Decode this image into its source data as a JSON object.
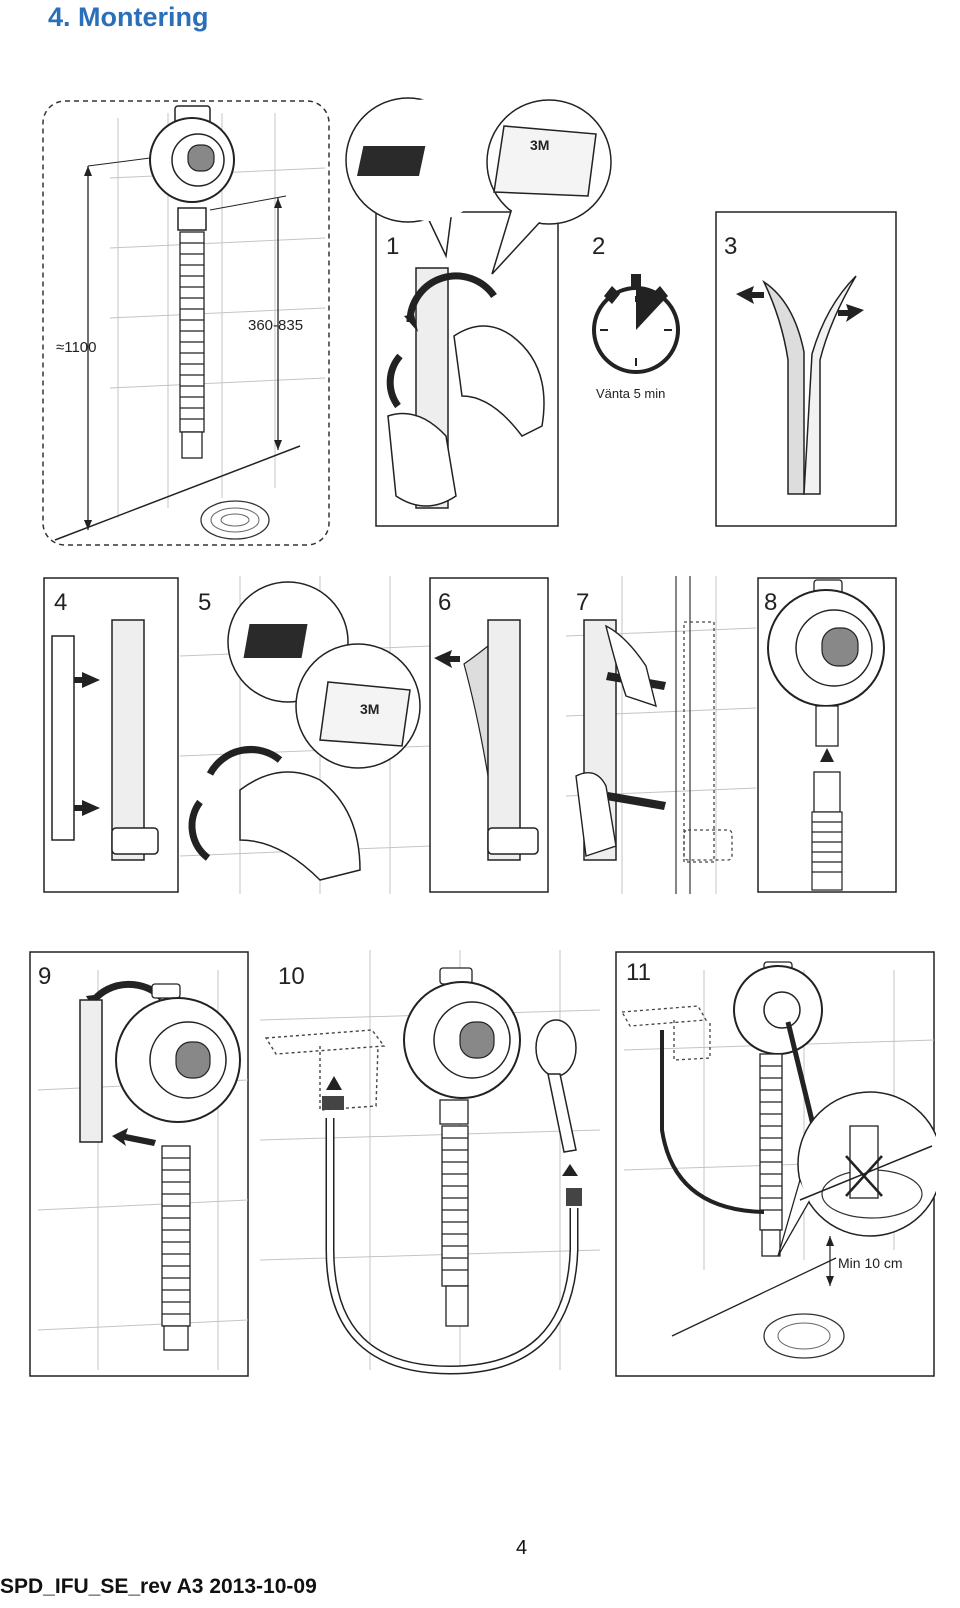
{
  "page": {
    "title": "4. Montering",
    "page_number": "4",
    "footer": "SPD_IFU_SE_rev A3 2013-10-09"
  },
  "overview": {
    "height_label": "≈1100",
    "range_label": "360-835"
  },
  "steps": {
    "s1": "1",
    "s2": "2",
    "s3": "3",
    "s4": "4",
    "s5": "5",
    "s6": "6",
    "s7": "7",
    "s8": "8",
    "s9": "9",
    "s10": "10",
    "s11": "11"
  },
  "labels": {
    "brand_3m": "3M",
    "wait": "Vänta 5 min",
    "min_distance": "Min 10 cm"
  },
  "colors": {
    "title": "#2a6fba",
    "line": "#222222",
    "grid": "#bdbdbd"
  }
}
